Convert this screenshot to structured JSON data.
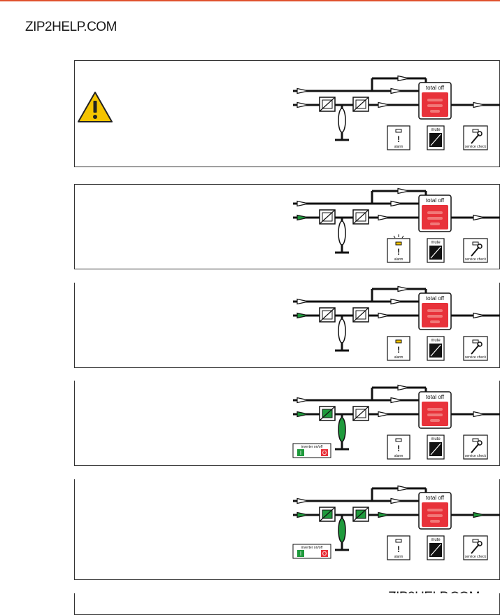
{
  "watermark": "ZIP2HELP.COM",
  "panels": [
    {
      "alarm_lamp": "off",
      "alarm_flash": false,
      "green_input": false,
      "green_rect": false,
      "green_inv": false,
      "green_out": false,
      "inverter_box": false
    },
    {
      "alarm_lamp": "on",
      "alarm_flash": true,
      "green_input": true,
      "green_rect": false,
      "green_inv": false,
      "green_out": false,
      "inverter_box": false
    },
    {
      "alarm_lamp": "on",
      "alarm_flash": false,
      "green_input": true,
      "green_rect": false,
      "green_inv": false,
      "green_out": false,
      "inverter_box": false
    },
    {
      "alarm_lamp": "off",
      "alarm_flash": false,
      "green_input": true,
      "green_rect": true,
      "green_inv": false,
      "green_out": false,
      "inverter_box": true
    },
    {
      "alarm_lamp": "off",
      "alarm_flash": false,
      "green_input": true,
      "green_rect": true,
      "green_inv": true,
      "green_out": true,
      "inverter_box": true
    }
  ],
  "labels": {
    "total_off": "total off",
    "alarm": "alarm",
    "mute": "mute",
    "service_check": "service check",
    "inverter_on_off": "inverter on/off",
    "inverter_on_text": "I",
    "inverter_off_text": "O"
  },
  "colors": {
    "total_off_panel": "#e8323a",
    "green_flow": "#1f9a3c",
    "alarm_lamp_on": "#f2c200",
    "warning": "#f5c400",
    "accent_line": "#e0522e"
  }
}
